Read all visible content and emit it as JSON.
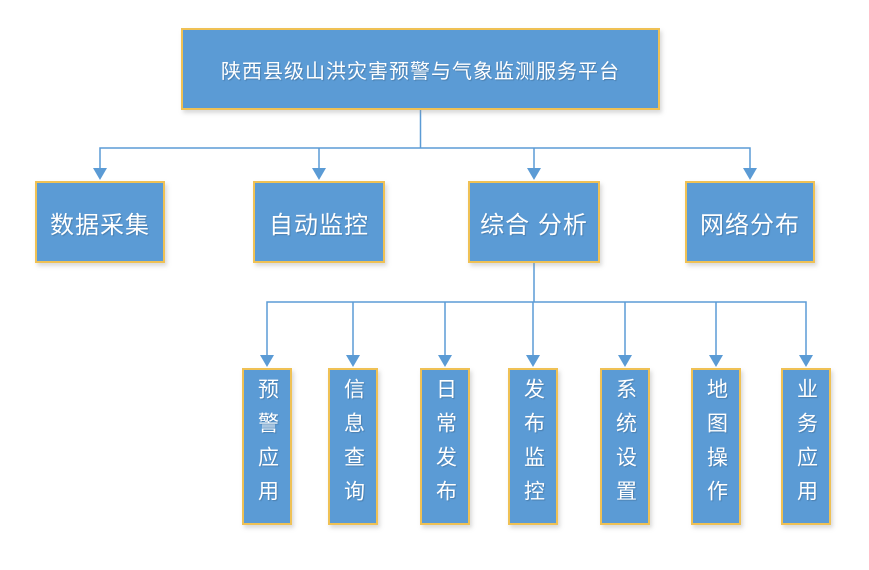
{
  "diagram": {
    "title": "陕西县级山洪灾害预警与气象监测服务平台",
    "root": {
      "label": "陕西县级山洪灾害预警与气象监测服务平台"
    },
    "level2": [
      {
        "label": "数据采集"
      },
      {
        "label": "自动监控"
      },
      {
        "label": "综合 分析"
      },
      {
        "label": "网络分布"
      }
    ],
    "level3": [
      {
        "label": "预警应用"
      },
      {
        "label": "信息查询"
      },
      {
        "label": "日常发布"
      },
      {
        "label": "发布监控"
      },
      {
        "label": "系统设置"
      },
      {
        "label": "地图操作"
      },
      {
        "label": "业务应用"
      }
    ],
    "colors": {
      "node_fill": "#5B9BD5",
      "node_border": "#EFC155",
      "connector": "#5B9BD5",
      "text": "#FFFFFF",
      "background": "#FFFFFF"
    }
  }
}
